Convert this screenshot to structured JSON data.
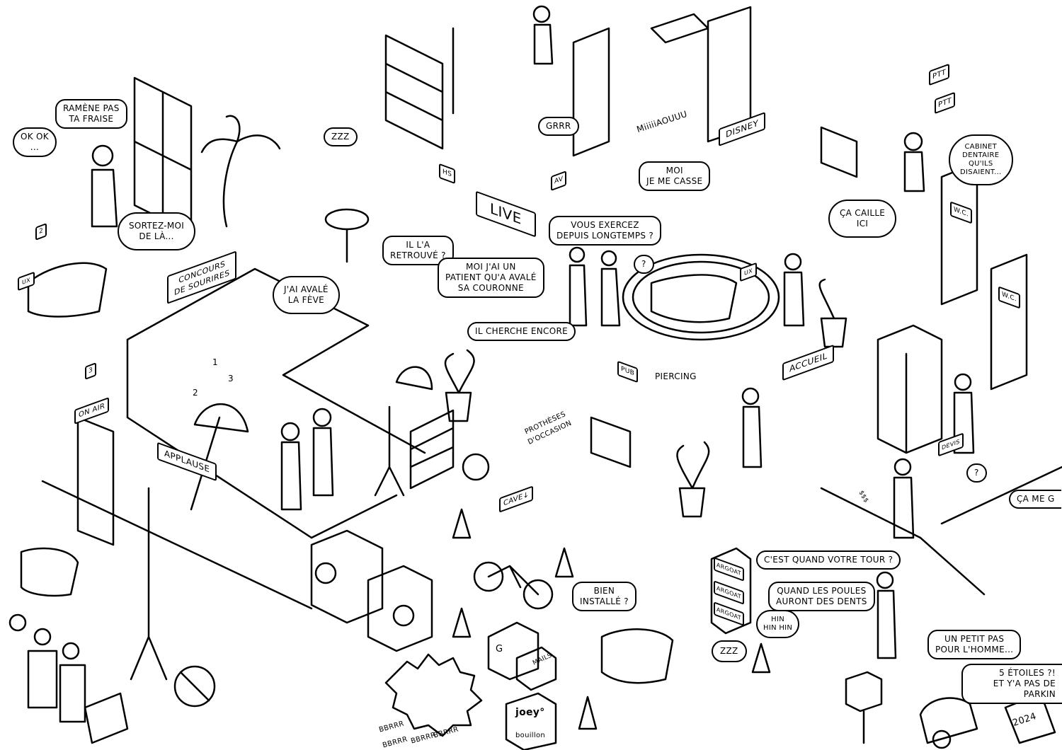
{
  "labels": {
    "ramene": "RAMÈNE PAS\nTA FRAISE",
    "okok": "OK OK\n...",
    "zzz1": "ZZZ",
    "sortez": "SORTEZ-MOI\nDE LÀ...",
    "concours": "CONCOURS\nDE SOURIRES",
    "feve": "J'AI AVALÉ\nLA FÈVE",
    "retrouve": "IL L'A\nRETROUVÉ ?",
    "couronne": "MOI J'AI UN\nPATIENT QU'A AVALÉ\nSA COURONNE",
    "cherche": "IL CHERCHE ENCORE",
    "live1": "LIVE",
    "grrr": "GRRR",
    "miaou": "MiiiiiAOUUU",
    "casse": "MOI\nJE ME CASSE",
    "av": "AV",
    "hs": "HS",
    "exercez": "VOUS EXERCEZ\nDEPUIS LONGTEMPS ?",
    "question1": "?",
    "disney": "DISNEY",
    "caille": "ÇA CAILLE\nICI",
    "cabinet": "CABINET\nDENTAIRE\nQU'ILS\nDISAIENT...",
    "ptt1": "PTT",
    "ptt2": "PTT",
    "wc1": "W.C.",
    "wc2": "W.C.",
    "accueil": "ACCUEIL",
    "piercing": "PIERCING",
    "protheses": "PROTHÈSES\nD'OCCASION",
    "pub": "PUB",
    "onair": "ON AIR",
    "applause": "APPLAUSE",
    "cave": "CAVE↓",
    "devis": "DEVIS",
    "question2": "?",
    "cameg": "ÇA ME G",
    "tour": "C'EST QUAND VOTRE TOUR ?",
    "poules": "QUAND LES POULES\nAURONT DES DENTS",
    "hin": "HIN\nHIN HIN",
    "petitpas": "UN PETIT PAS\nPOUR L'HOMME...",
    "etoiles": "5 ÉTOILES ?!\nET Y'A PAS DE PARKIN",
    "installe": "BIEN\nINSTALLÉ ?",
    "zzz2": "ZZZ",
    "argoat1": "ARGOAT",
    "argoat2": "ARGOAT",
    "argoat3": "ARGOAT",
    "mails": "MAILS",
    "g": "G",
    "joey": "joey°",
    "bouillon": "bouillon",
    "bbrrr1": "BBRRR",
    "bbrrr2": "BBRRR",
    "bbrrr3": "BBRRR",
    "bbrrr4": "BBRRR",
    "year": "2024",
    "money": "$$$",
    "podium1": "1",
    "podium2": "2",
    "podium3": "3",
    "marker2": "2",
    "marker3": "3",
    "uxb1": "UX",
    "uxb2": "UX"
  }
}
